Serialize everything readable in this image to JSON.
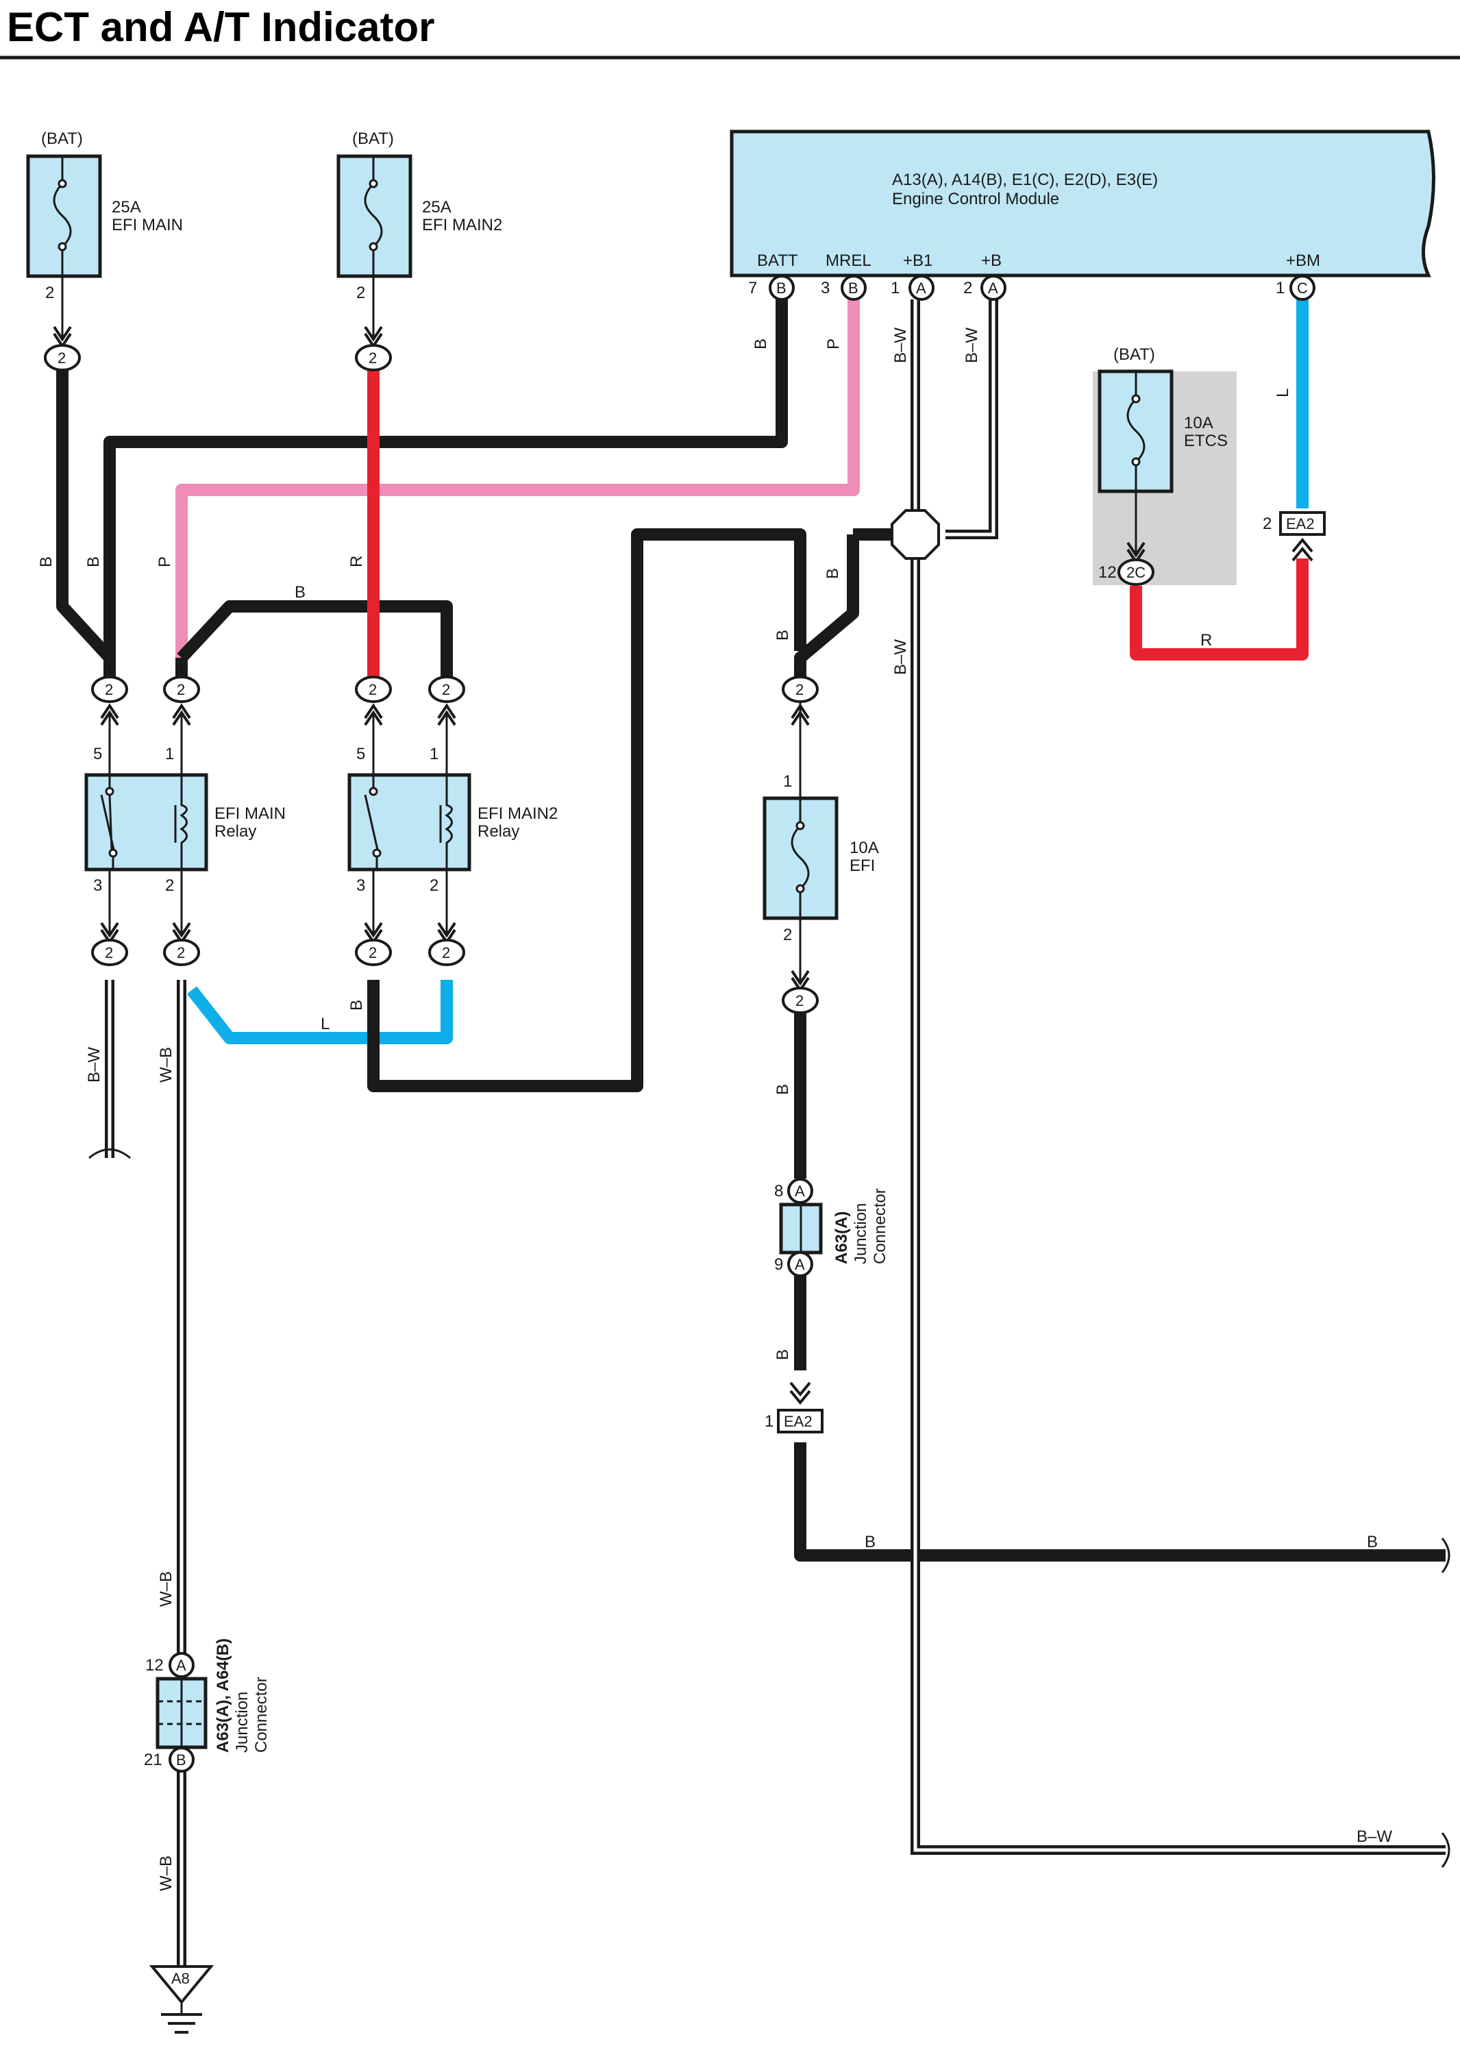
{
  "title": "ECT and A/T Indicator",
  "ecm": {
    "codes": "A13(A), A14(B), E1(C), E2(D), E3(E)",
    "name": "Engine Control Module",
    "terminals": [
      {
        "name": "BATT",
        "pin": "7",
        "conn": "B"
      },
      {
        "name": "MREL",
        "pin": "3",
        "conn": "B"
      },
      {
        "name": "+B1",
        "pin": "1",
        "conn": "A"
      },
      {
        "name": "+B",
        "pin": "2",
        "conn": "A"
      },
      {
        "name": "+BM",
        "pin": "1",
        "conn": "C"
      }
    ]
  },
  "fuses": {
    "efi_main": {
      "source": "(BAT)",
      "rating": "25A",
      "name": "EFI MAIN",
      "pin": "2",
      "conn": "2"
    },
    "efi_main2": {
      "source": "(BAT)",
      "rating": "25A",
      "name": "EFI MAIN2",
      "pin": "2",
      "conn": "2"
    },
    "etcs": {
      "source": "(BAT)",
      "rating": "10A",
      "name": "ETCS",
      "pin": "12",
      "conn": "2C"
    },
    "efi": {
      "rating": "10A",
      "name": "EFI",
      "pin_top": "1",
      "pin_bottom": "2",
      "conn": "2"
    }
  },
  "relays": {
    "efi_main": {
      "name_line1": "EFI MAIN",
      "name_line2": "Relay",
      "pins": [
        "5",
        "1",
        "3",
        "2"
      ],
      "conn": "2"
    },
    "efi_main2": {
      "name_line1": "EFI MAIN2",
      "name_line2": "Relay",
      "pins": [
        "5",
        "1",
        "3",
        "2"
      ],
      "conn": "2"
    }
  },
  "connectors": {
    "ea2_top": {
      "pin": "2",
      "label": "EA2"
    },
    "ea2_bottom": {
      "pin": "1",
      "label": "EA2"
    },
    "jc_a63": {
      "code": "A63(A)",
      "line1": "Junction",
      "line2": "Connector",
      "pin_top": "8",
      "pin_bottom": "9",
      "conn_top": "A",
      "conn_bottom": "A"
    },
    "jc_a63_a64": {
      "code": "A63(A), A64(B)",
      "line1": "Junction",
      "line2": "Connector",
      "pin_top": "12",
      "pin_bottom": "21",
      "conn_top": "A",
      "conn_bottom": "B"
    },
    "ground": {
      "label": "A8"
    }
  },
  "wire_colors": {
    "B": "B",
    "P": "P",
    "R": "R",
    "L": "L",
    "BW": "B–W",
    "WB": "W–B"
  },
  "colors": {
    "black_wire": "#1a1a1a",
    "red_wire": "#e8212e",
    "pink_wire": "#f08cb8",
    "blue_wire": "#0eaeea",
    "component_fill": "#bfe6f5",
    "shade": "#d3d3d3"
  }
}
